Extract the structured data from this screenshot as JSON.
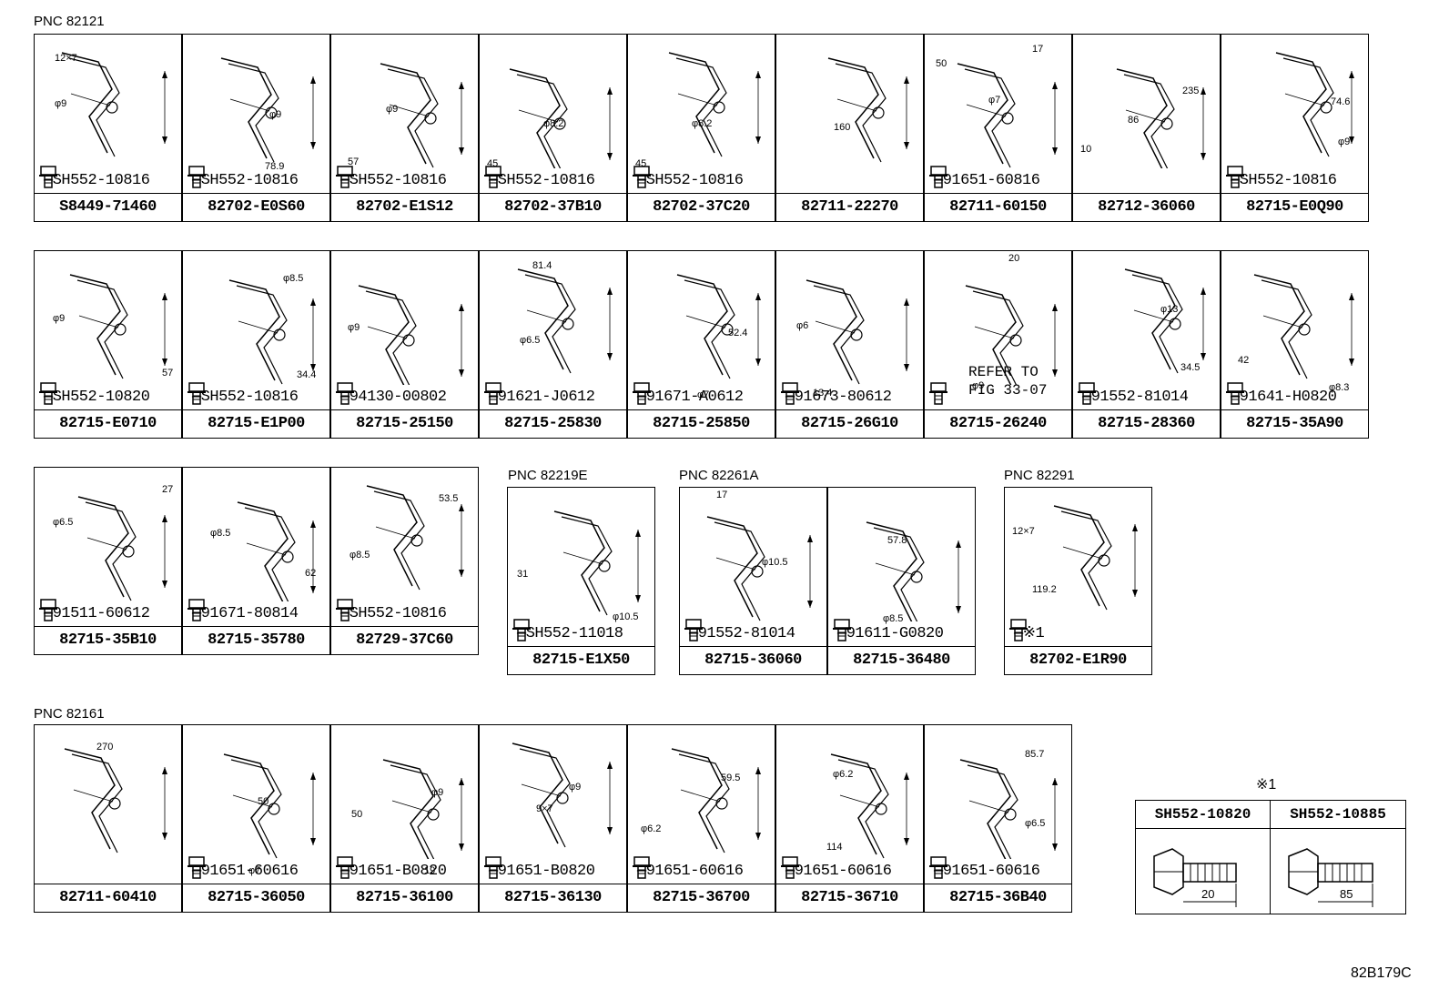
{
  "pnc_labels": [
    {
      "id": "pnc1",
      "text": "PNC 82121"
    },
    {
      "id": "pnc2",
      "text": "PNC 82219E"
    },
    {
      "id": "pnc3",
      "text": "PNC 82261A"
    },
    {
      "id": "pnc4",
      "text": "PNC 82291"
    },
    {
      "id": "pnc5",
      "text": "PNC 82161"
    }
  ],
  "cells": [
    {
      "pn": "S8449-71460",
      "bolt": "SH552-10816",
      "dims": [
        "12×7",
        "φ9"
      ]
    },
    {
      "pn": "82702-E0S60",
      "bolt": "SH552-10816",
      "dims": [
        "φ9",
        "78.9"
      ]
    },
    {
      "pn": "82702-E1S12",
      "bolt": "SH552-10816",
      "dims": [
        "φ9",
        "57"
      ]
    },
    {
      "pn": "82702-37B10",
      "bolt": "SH552-10816",
      "dims": [
        "φ8.2",
        "45"
      ]
    },
    {
      "pn": "82702-37C20",
      "bolt": "SH552-10816",
      "dims": [
        "φ8.2",
        "45"
      ]
    },
    {
      "pn": "82711-22270",
      "bolt": "",
      "dims": [
        "160"
      ]
    },
    {
      "pn": "82711-60150",
      "bolt": "91651-60816",
      "dims": [
        "50",
        "17",
        "φ7"
      ]
    },
    {
      "pn": "82712-36060",
      "bolt": "",
      "dims": [
        "235",
        "86",
        "10"
      ]
    },
    {
      "pn": "82715-E0Q90",
      "bolt": "SH552-10816",
      "dims": [
        "74.6",
        "φ9"
      ]
    },
    {
      "pn": "82715-E0710",
      "bolt": "SH552-10820",
      "dims": [
        "φ9",
        "57"
      ]
    },
    {
      "pn": "82715-E1P00",
      "bolt": "SH552-10816",
      "dims": [
        "φ8.5",
        "34.4"
      ]
    },
    {
      "pn": "82715-25150",
      "bolt": "94130-00802",
      "dims": [
        "φ9"
      ]
    },
    {
      "pn": "82715-25830",
      "bolt": "91621-J0612",
      "dims": [
        "81.4",
        "φ6.5"
      ]
    },
    {
      "pn": "82715-25850",
      "bolt": "91671-A0612",
      "dims": [
        "52.4",
        "φ7"
      ]
    },
    {
      "pn": "82715-26G10",
      "bolt": "91673-80612",
      "dims": [
        "φ6",
        "13.4"
      ]
    },
    {
      "pn": "82715-26240",
      "bolt": "",
      "dims": [
        "20",
        "φ9"
      ],
      "refer": "REFER TO\nFIG 33-07"
    },
    {
      "pn": "82715-28360",
      "bolt": "91552-81014",
      "dims": [
        "φ13",
        "34.5"
      ]
    },
    {
      "pn": "82715-35A90",
      "bolt": "91641-H0820",
      "dims": [
        "42",
        "φ8.3"
      ]
    },
    {
      "pn": "82715-35B10",
      "bolt": "91511-60612",
      "dims": [
        "27",
        "φ6.5"
      ]
    },
    {
      "pn": "82715-35780",
      "bolt": "91671-80814",
      "dims": [
        "φ8.5",
        "62"
      ]
    },
    {
      "pn": "82729-37C60",
      "bolt": "SH552-10816",
      "dims": [
        "53.5",
        "φ8.5"
      ]
    },
    {
      "pn": "82715-E1X50",
      "bolt": "SH552-11018",
      "dims": [
        "31",
        "φ10.5"
      ]
    },
    {
      "pn": "82715-36060",
      "bolt": "91552-81014",
      "dims": [
        "17",
        "φ10.5"
      ]
    },
    {
      "pn": "82715-36480",
      "bolt": "91611-G0820",
      "dims": [
        "57.8",
        "φ8.5"
      ]
    },
    {
      "pn": "82702-E1R90",
      "bolt": "※1",
      "dims": [
        "12×7",
        "119.2"
      ]
    },
    {
      "pn": "82711-60410",
      "bolt": "",
      "dims": [
        "270"
      ]
    },
    {
      "pn": "82715-36050",
      "bolt": "91651-60616",
      "dims": [
        "50",
        "φ7"
      ]
    },
    {
      "pn": "82715-36100",
      "bolt": "91651-B0820",
      "dims": [
        "50",
        "φ9",
        "19"
      ]
    },
    {
      "pn": "82715-36130",
      "bolt": "91651-B0820",
      "dims": [
        "φ9",
        "9×7"
      ]
    },
    {
      "pn": "82715-36700",
      "bolt": "91651-60616",
      "dims": [
        "59.5",
        "φ6.2"
      ]
    },
    {
      "pn": "82715-36710",
      "bolt": "91651-60616",
      "dims": [
        "φ6.2",
        "114"
      ]
    },
    {
      "pn": "82715-36B40",
      "bolt": "91651-60616",
      "dims": [
        "85.7",
        "φ6.5"
      ]
    }
  ],
  "note": {
    "mark": "※1",
    "cols": [
      {
        "pn": "SH552-10820",
        "len": "20"
      },
      {
        "pn": "SH552-10885",
        "len": "85"
      }
    ]
  },
  "figure_code": "82B179C"
}
